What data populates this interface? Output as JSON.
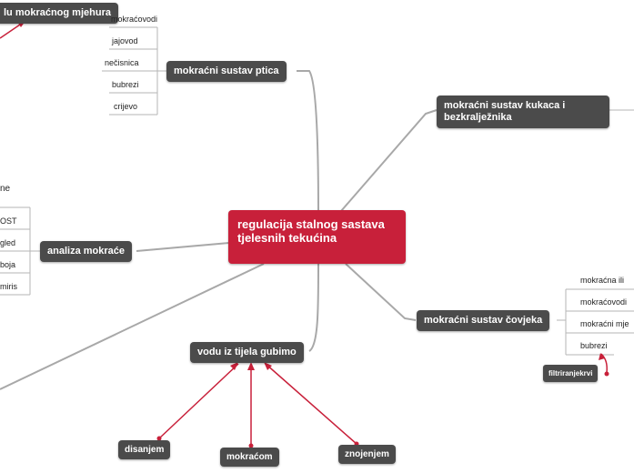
{
  "center": "regulacija stalnog sastava tjelesnih tekućina",
  "branches": {
    "ptica": "mokraćni sustav ptica",
    "kukaca": "mokraćni sustav kukaca i bezkralježnika",
    "analiza": "analiza mokraće",
    "covjeka": "mokraćni sustav čovjeka",
    "vodu": "vodu iz tijela gubimo",
    "mjehura": "lu mokraćnog mjehura"
  },
  "ptica_items": [
    "mokraćovodi",
    "jajovod",
    "nečisnica",
    "bubrezi",
    "crijevo"
  ],
  "analiza_items": [
    "OST",
    "gled",
    "boja",
    "miris"
  ],
  "analiza_partial_label": "ne",
  "covjeka_items": [
    "mokraćna ili",
    "mokraćovodi",
    "mokraćni mje",
    "bubrezi"
  ],
  "filtriranje": "filtriranjekrvi",
  "gubimo_items": [
    "disanjem",
    "mokraćom",
    "znojenjem"
  ],
  "colors": {
    "node": "#4b4b4b",
    "center": "#c8203a",
    "connector": "#a8a8a8",
    "arrow": "#c8203a"
  }
}
